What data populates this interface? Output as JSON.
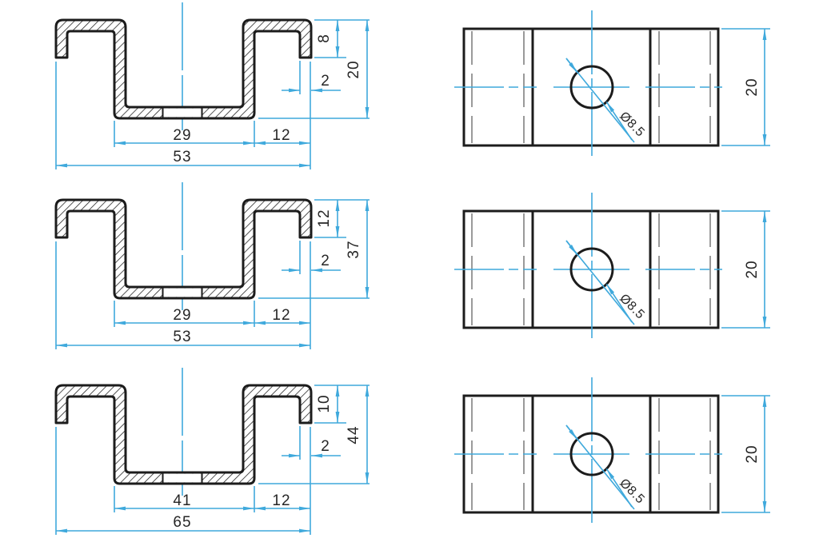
{
  "colors": {
    "outline": "#1c1c1c",
    "dimension": "#3fa9dc",
    "hidden_line": "#9a9a9a",
    "background": "#ffffff"
  },
  "sections": [
    {
      "bottom_width": "29",
      "flange_width": "12",
      "overall_width": "53",
      "thickness": "2",
      "lip_height": "8",
      "overall_height": "20"
    },
    {
      "bottom_width": "29",
      "flange_width": "12",
      "overall_width": "53",
      "thickness": "2",
      "lip_height": "12",
      "overall_height": "37"
    },
    {
      "bottom_width": "41",
      "flange_width": "12",
      "overall_width": "65",
      "thickness": "2",
      "lip_height": "10",
      "overall_height": "44"
    }
  ],
  "plans": [
    {
      "hole_diameter": "Ø8.5",
      "width": "20"
    },
    {
      "hole_diameter": "Ø8.5",
      "width": "20"
    },
    {
      "hole_diameter": "Ø8.5",
      "width": "20"
    }
  ]
}
